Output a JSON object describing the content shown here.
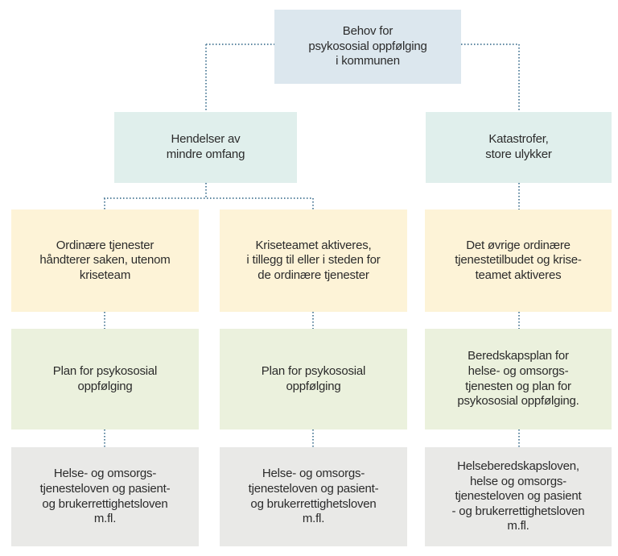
{
  "colors": {
    "background": "#ffffff",
    "root_fill": "#dce7ee",
    "level2_fill": "#e0efec",
    "action_fill": "#fdf3d7",
    "plan_fill": "#ebf1dd",
    "law_fill": "#e9e9e7",
    "connector": "#5d87a1",
    "text": "#2b2b2b"
  },
  "flowchart": {
    "root": {
      "label": "Behov for\npsykososial oppfølging\ni kommunen"
    },
    "branches": [
      {
        "label": "Hendelser av\nmindre omfang"
      },
      {
        "label": "Katastrofer,\nstore ulykker"
      }
    ],
    "columns": [
      {
        "response": "Ordinære tjenester\nhåndterer saken, utenom\nkriseteam",
        "plan": "Plan for psykososial\noppfølging",
        "legal_basis": "Helse- og omsorgs-\ntjenesteloven og pasient-\nog brukerrettighetsloven\nm.fl."
      },
      {
        "response": "Kriseteamet aktiveres,\ni tillegg til eller i steden for\nde ordinære tjenester",
        "plan": "Plan for psykososial\noppfølging",
        "legal_basis": "Helse- og omsorgs-\ntjenesteloven og pasient-\nog brukerrettighetsloven\nm.fl."
      },
      {
        "response": "Det øvrige ordinære\ntjenestetilbudet og krise-\nteamet aktiveres",
        "plan": "Beredskapsplan for\nhelse- og omsorgs-\ntjenesten og plan for\npsykososial oppfølging.",
        "legal_basis": "Helseberedskapsloven,\nhelse og omsorgs-\ntjenesteloven og pasient\n- og brukerrettighetsloven\nm.fl."
      }
    ]
  }
}
